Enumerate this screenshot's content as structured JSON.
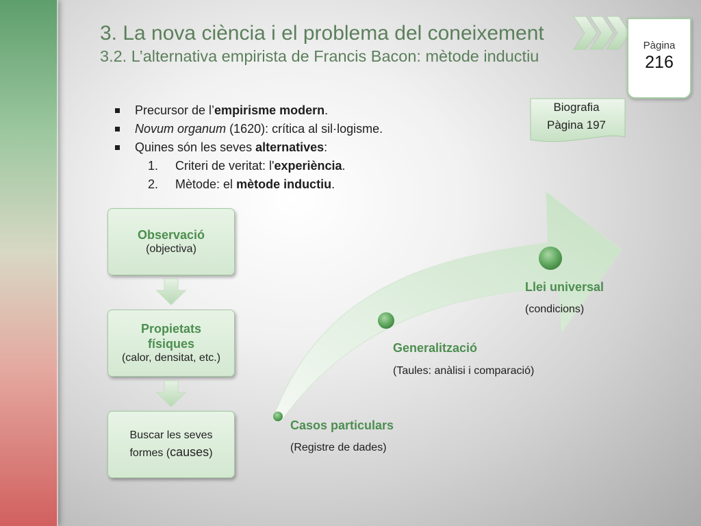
{
  "slide": {
    "title": "3. La nova ciència i el problema del coneixement",
    "subtitle": "3.2. L’alternativa empirista de Francis Bacon: mètode inductiu"
  },
  "page_box": {
    "label": "Pàgina",
    "number": "216"
  },
  "bio_note": {
    "line1": "Biografia",
    "line2": "Pàgina 197"
  },
  "bullets": {
    "b1": {
      "pre": "Precursor de l’",
      "bold": "empirisme modern",
      "post": "."
    },
    "b2": {
      "italic": "Novum organum",
      "post": " (1620): crítica al sil·logisme."
    },
    "b3": {
      "pre": "Quines són les seves ",
      "bold": "alternatives",
      "post": ":"
    },
    "n1": {
      "num": "1.",
      "pre": "Criteri de veritat: l'",
      "bold": "experiència",
      "post": "."
    },
    "n2": {
      "num": "2.",
      "pre": "Mètode: el ",
      "bold": "mètode inductiu",
      "post": "."
    }
  },
  "process": {
    "box1": {
      "main": "Observació",
      "detail": "(objectiva)"
    },
    "box2": {
      "main": "Propietats físiques",
      "detail": "(calor, densitat, etc.)"
    },
    "box3": {
      "text": "Buscar les seves formes (",
      "emph": "causes",
      "close": ")"
    }
  },
  "stages": {
    "s1": {
      "label": "Casos particulars",
      "desc": "(Registre de dades)"
    },
    "s2": {
      "label": "Generalització",
      "desc": "(Taules: anàlisi i comparació)"
    },
    "s3": {
      "label": "Llei universal",
      "desc": "(condicions)"
    }
  },
  "colors": {
    "accent_green": "#4c8e4f",
    "title_green": "#5b7f5b",
    "sidebar_top": "#5e9e6c",
    "sidebar_bottom": "#d1605f"
  }
}
